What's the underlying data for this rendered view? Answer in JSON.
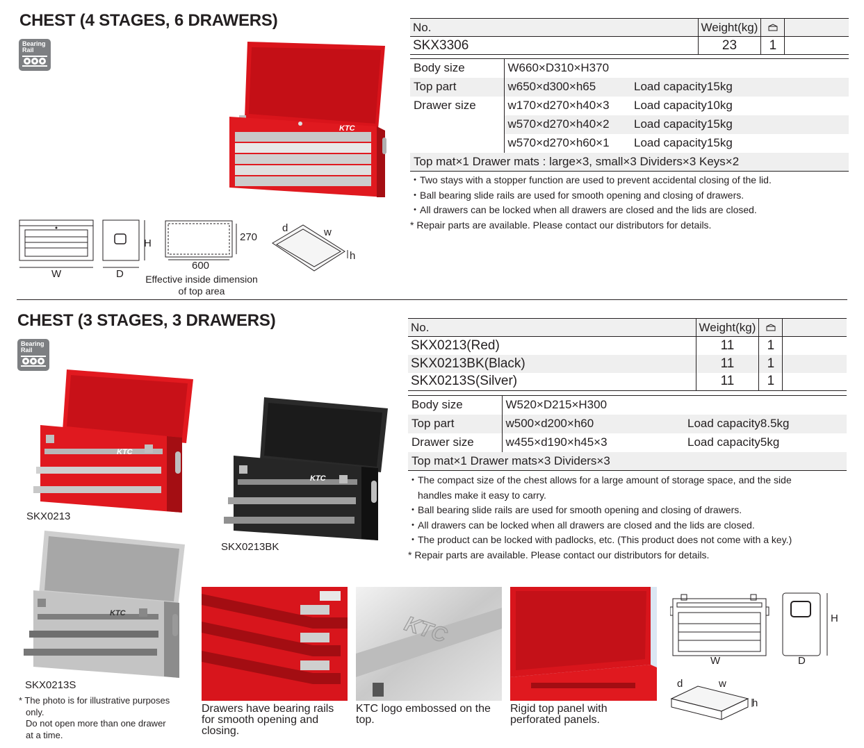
{
  "section1": {
    "title": "CHEST (4 STAGES, 6 DRAWERS)",
    "badge": {
      "line1": "Bearing",
      "line2": "Rail"
    },
    "table_header": {
      "no": "No.",
      "weight": "Weight(kg)",
      "qty_icon": "box-icon"
    },
    "products": [
      {
        "no": "SKX3306",
        "weight": "23",
        "qty": "1"
      }
    ],
    "specs": {
      "body_label": "Body size",
      "body_value": "W660×D310×H370",
      "top_label": "Top part",
      "top_value": "w650×d300×h65",
      "top_load": "Load capacity15kg",
      "drawer_label": "Drawer size",
      "drawers": [
        {
          "size": "w170×d270×h40×3",
          "load": "Load capacity10kg"
        },
        {
          "size": "w570×d270×h40×2",
          "load": "Load capacity15kg"
        },
        {
          "size": "w570×d270×h60×1",
          "load": "Load capacity15kg"
        }
      ],
      "accessories": "Top mat×1 Drawer mats : large×3, small×3 Dividers×3 Keys×2"
    },
    "notes": [
      "・Two stays with a stopper function are used to prevent accidental closing of the lid.",
      "・Ball bearing slide rails are used for smooth opening and closing of drawers.",
      "・All drawers can be locked when all drawers are closed and the lids are closed.",
      "* Repair parts are available. Please contact our distributors for details."
    ],
    "diagram": {
      "w": "W",
      "d": "D",
      "h": "H",
      "dim_270": "270",
      "dim_600": "600",
      "inside_caption_1": "Effective inside dimension",
      "inside_caption_2": "of top area",
      "tray_d": "d",
      "tray_w": "w",
      "tray_h": "h",
      "logo": "KTC"
    }
  },
  "section2": {
    "title": "CHEST (3 STAGES, 3 DRAWERS)",
    "badge": {
      "line1": "Bearing",
      "line2": "Rail"
    },
    "table_header": {
      "no": "No.",
      "weight": "Weight(kg)",
      "qty_icon": "box-icon"
    },
    "products": [
      {
        "no": "SKX0213(Red)",
        "weight": "11",
        "qty": "1"
      },
      {
        "no": "SKX0213BK(Black)",
        "weight": "11",
        "qty": "1"
      },
      {
        "no": "SKX0213S(Silver)",
        "weight": "11",
        "qty": "1"
      }
    ],
    "specs": {
      "body_label": "Body size",
      "body_value": "W520×D215×H300",
      "top_label": "Top part",
      "top_value": "w500×d200×h60",
      "top_load": "Load capacity8.5kg",
      "drawer_label": "Drawer size",
      "drawer_value": "w455×d190×h45×3",
      "drawer_load": "Load capacity5kg",
      "accessories": "Top mat×1 Drawer mats×3 Dividers×3"
    },
    "notes": [
      "・The compact size of the chest allows for a large amount of storage space, and the side",
      "　handles make it easy to carry.",
      "・Ball bearing slide rails are used for smooth opening and closing of drawers.",
      "・All drawers can be locked when all drawers are closed and the lids are closed.",
      "・The product can be locked with padlocks, etc. (This product does not come with a key.)",
      "* Repair parts are available. Please contact our distributors for details."
    ],
    "photo_labels": {
      "red": "SKX0213",
      "black": "SKX0213BK",
      "silver": "SKX0213S"
    },
    "disclaimer": [
      "* The photo is for illustrative purposes",
      "  only.",
      "  Do not open more than one drawer",
      "  at a time."
    ],
    "features": [
      "Drawers have bearing rails for smooth opening and closing.",
      "KTC logo embossed on the top.",
      "Rigid top panel with perforated panels."
    ],
    "diagram": {
      "w": "W",
      "d": "D",
      "h": "H",
      "tray_d": "d",
      "tray_w": "w",
      "tray_h": "h"
    },
    "logo": "KTC"
  }
}
